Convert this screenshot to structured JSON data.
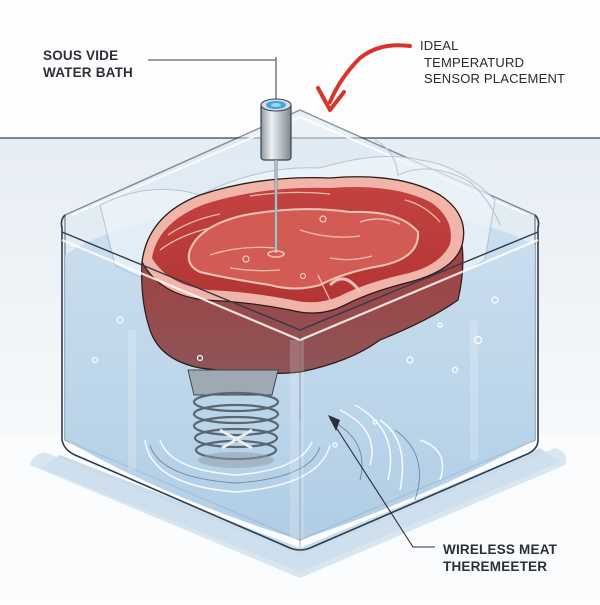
{
  "diagram": {
    "subject": "Sous vide water bath with steak and thermometer",
    "labels": {
      "sous_vide": {
        "line1": "SOUS VIDE",
        "line2": "WATER BATH"
      },
      "ideal_sensor": {
        "line1": "IDEAL",
        "line2": "TEMPERATURD",
        "line3": "SENSOR PLACEMENT"
      },
      "wireless": {
        "line1": "WIRELESS MEAT",
        "line2": "THEREMEETER"
      }
    },
    "components": [
      "water-container",
      "steak",
      "vacuum-bag",
      "thermometer-probe",
      "immersion-circulator-coil",
      "water-ripples",
      "bubbles"
    ],
    "colors": {
      "water": "#bcd6ea",
      "water_dark": "#8fb6d6",
      "container_outline": "#2d3b4d",
      "meat": "#b8393a",
      "meat_dark": "#8e2628",
      "fat": "#f0b5a8",
      "arrow_red": "#d9342b",
      "probe_metal": "#c6ccd3",
      "probe_cap": "#3fa6e6",
      "label_text": "#2b2f38",
      "background": "#fdfdfd",
      "horizon": "#e4ebf1"
    }
  }
}
